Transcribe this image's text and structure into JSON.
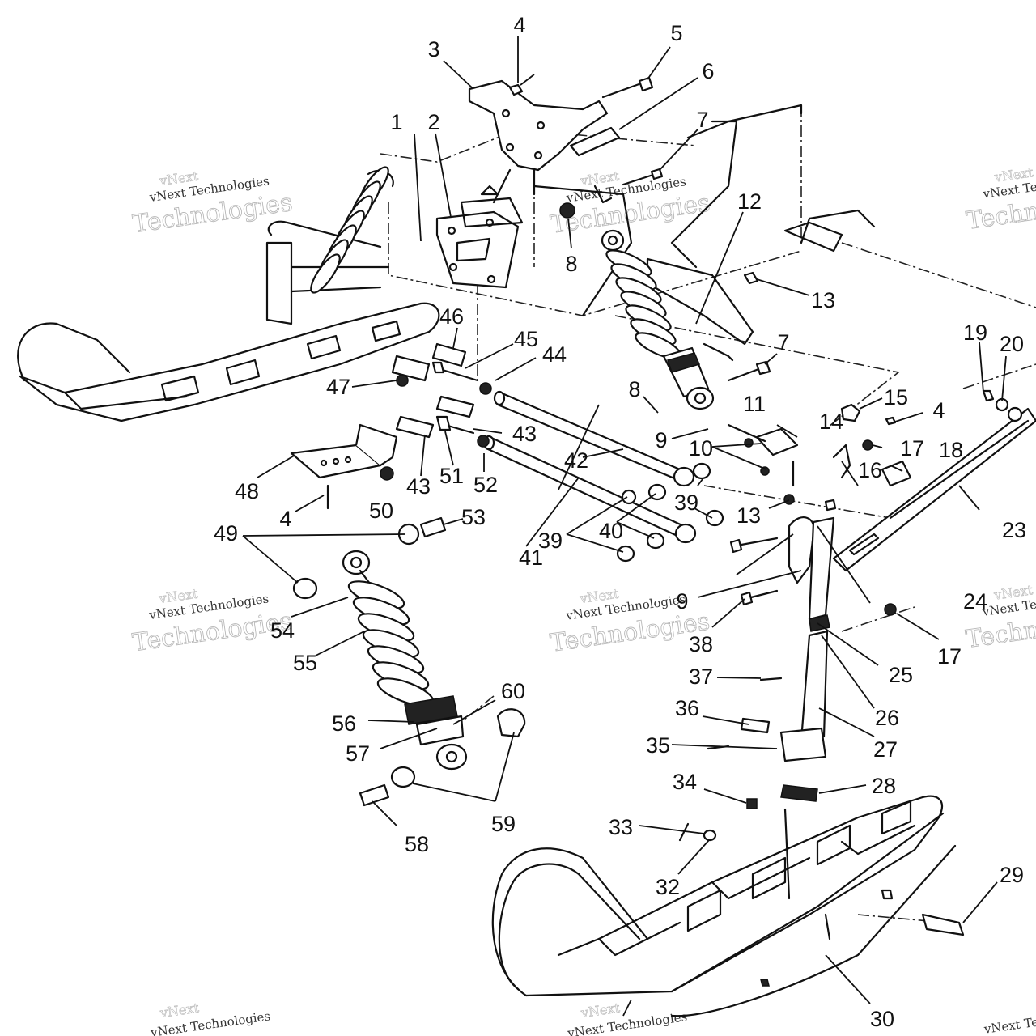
{
  "watermark": {
    "brand": "vNext",
    "line": "vNext Technologies",
    "word": "Technologies"
  },
  "callouts": [
    "1",
    "2",
    "3",
    "4",
    "5",
    "6",
    "7",
    "8",
    "9",
    "10",
    "11",
    "12",
    "13",
    "14",
    "15",
    "16",
    "17",
    "18",
    "19",
    "20",
    "23",
    "24",
    "25",
    "26",
    "27",
    "28",
    "29",
    "30",
    "32",
    "33",
    "34",
    "35",
    "36",
    "37",
    "38",
    "39",
    "40",
    "41",
    "42",
    "43",
    "44",
    "45",
    "46",
    "47",
    "48",
    "49",
    "50",
    "51",
    "52",
    "53",
    "54",
    "55",
    "56",
    "57",
    "58",
    "59",
    "60"
  ]
}
